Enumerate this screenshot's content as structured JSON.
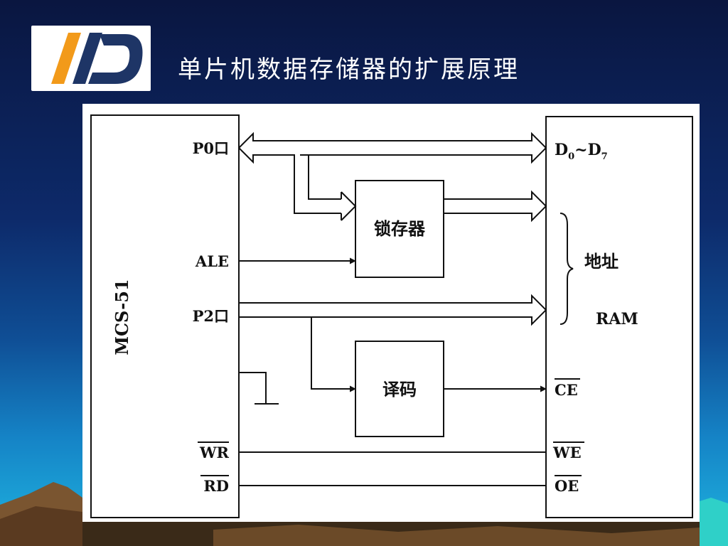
{
  "slide": {
    "title": "单片机数据存储器的扩展原理"
  },
  "theme": {
    "background_top": "#0a1640",
    "background_bottom": "#1fb5e0",
    "logo_orange": "#f29a1a",
    "logo_navy": "#1e3566",
    "title_color": "#ffffff",
    "diagram_line": "#111111"
  },
  "diagram": {
    "mcu": {
      "name": "MCS-51",
      "ports": {
        "p0": "P0口",
        "ale": "ALE",
        "p2": "P2口",
        "wr": "WR",
        "rd": "RD"
      }
    },
    "latch": {
      "label": "锁存器"
    },
    "decoder": {
      "label": "译码"
    },
    "ram": {
      "name": "RAM",
      "data_bus": {
        "d": "D",
        "sub0": "0",
        "tilde": "~",
        "sub7": "7"
      },
      "address_label": "地址",
      "ce": "CE",
      "we": "WE",
      "oe": "OE"
    }
  }
}
